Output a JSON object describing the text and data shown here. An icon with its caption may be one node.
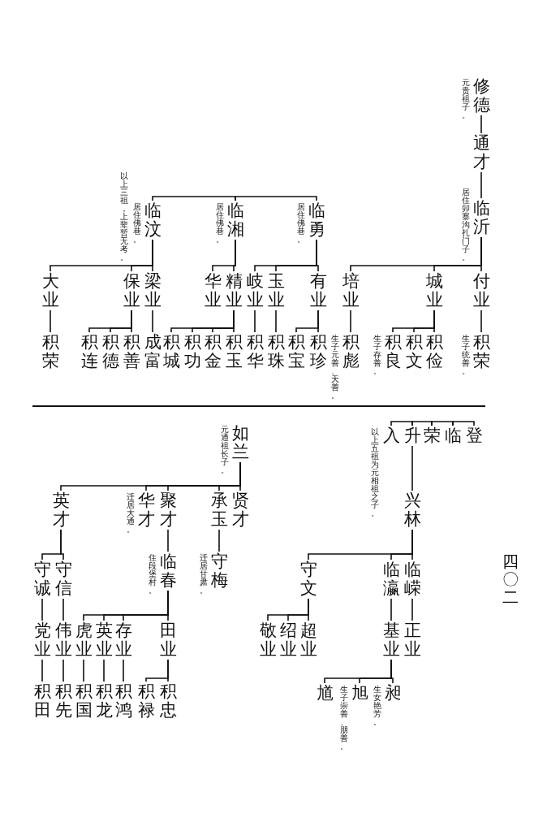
{
  "diagram": {
    "nodes": [
      {
        "text": [
          "修德"
        ],
        "beside": [
          "元贵祖子。"
        ]
      },
      {
        "text": [
          "通才"
        ]
      },
      {
        "text": [
          "临沂"
        ],
        "beside": [
          "居住卯寨沟扎门子。"
        ]
      },
      {
        "text": [
          "付业"
        ]
      },
      {
        "text": [
          "城业"
        ]
      },
      {
        "text": [
          "培业"
        ]
      },
      {
        "text": [
          "积荣"
        ],
        "beside": [
          "生子统善。"
        ]
      },
      {
        "text": [
          "积俭"
        ]
      },
      {
        "text": [
          "积文"
        ]
      },
      {
        "text": [
          "积良"
        ],
        "beside": [
          "生子存善。"
        ]
      },
      {
        "text": [
          "积彪"
        ],
        "beside": [
          "生子元善、天善。"
        ]
      },
      {
        "text": [
          "临勇"
        ],
        "beside": [
          "居住佛巷。"
        ]
      },
      {
        "text": [
          "临湘"
        ],
        "beside": [
          "居住佛巷。"
        ]
      },
      {
        "text": [
          "临汶"
        ],
        "beside": [
          "居住佛巷。",
          "以上三祖，上辈暂无考。"
        ]
      },
      {
        "text": [
          "有业"
        ]
      },
      {
        "text": [
          "玉业"
        ]
      },
      {
        "text": [
          "岐业"
        ]
      },
      {
        "text": [
          "精业"
        ]
      },
      {
        "text": [
          "华业"
        ]
      },
      {
        "text": [
          "梁业"
        ]
      },
      {
        "text": [
          "保业"
        ]
      },
      {
        "text": [
          "大业"
        ]
      },
      {
        "text": [
          "积珍"
        ]
      },
      {
        "text": [
          "积宝"
        ]
      },
      {
        "text": [
          "积珠"
        ]
      },
      {
        "text": [
          "积华"
        ]
      },
      {
        "text": [
          "积玉"
        ]
      },
      {
        "text": [
          "积金"
        ]
      },
      {
        "text": [
          "积功"
        ]
      },
      {
        "text": [
          "积城"
        ]
      },
      {
        "text": [
          "成富"
        ]
      },
      {
        "text": [
          "积善"
        ]
      },
      {
        "text": [
          "积德"
        ]
      },
      {
        "text": [
          "积连"
        ]
      },
      {
        "text": [
          "积荣"
        ]
      },
      {
        "text": [
          "登"
        ]
      },
      {
        "text": [
          "临"
        ]
      },
      {
        "text": [
          "荣"
        ]
      },
      {
        "text": [
          "升"
        ]
      },
      {
        "text": [
          "入"
        ]
      },
      {
        "text": [
          "兴林"
        ]
      },
      {
        "text": [
          "临嵘"
        ]
      },
      {
        "text": [
          "临瀛"
        ]
      },
      {
        "text": [
          "守文"
        ]
      },
      {
        "text": [
          "正业"
        ]
      },
      {
        "text": [
          "基业"
        ]
      },
      {
        "text": [
          "超业"
        ]
      },
      {
        "text": [
          "绍业"
        ]
      },
      {
        "text": [
          "敬业"
        ]
      },
      {
        "text": [
          "昶"
        ],
        "beside": [
          "生女艳芳。"
        ]
      },
      {
        "text": [
          "旭"
        ],
        "beside": [
          "生子崇善、朋善。"
        ]
      },
      {
        "text": [
          "馗"
        ]
      },
      {
        "text": [
          "如兰"
        ],
        "beside": [
          "元通祖长子。"
        ]
      },
      {
        "text": [
          "贤才"
        ]
      },
      {
        "text": [
          "承玉"
        ]
      },
      {
        "text": [
          "聚才"
        ]
      },
      {
        "text": [
          "华才"
        ],
        "beside": [
          "迁居大通。"
        ]
      },
      {
        "text": [
          "英才"
        ]
      },
      {
        "text": [
          "守梅"
        ],
        "beside": [
          "迁居甘肃。"
        ]
      },
      {
        "text": [
          "临春"
        ],
        "beside": [
          "住段堡村。"
        ]
      },
      {
        "text": [
          "守信"
        ]
      },
      {
        "text": [
          "守诚"
        ]
      },
      {
        "text": [
          "田业"
        ]
      },
      {
        "text": [
          "存业"
        ]
      },
      {
        "text": [
          "英业"
        ]
      },
      {
        "text": [
          "虎业"
        ]
      },
      {
        "text": [
          "伟业"
        ]
      },
      {
        "text": [
          "党业"
        ]
      },
      {
        "text": [
          "积忠"
        ]
      },
      {
        "text": [
          "积禄"
        ]
      },
      {
        "text": [
          "积鸿"
        ]
      },
      {
        "text": [
          "积龙"
        ]
      },
      {
        "text": [
          "积国"
        ]
      },
      {
        "text": [
          "积先"
        ]
      },
      {
        "text": [
          "积田"
        ]
      }
    ],
    "edges": [
      {
        "from": 0,
        "to": 1,
        "arrow": "none"
      },
      {
        "from": 1,
        "to": 2,
        "arrow": "none"
      },
      {
        "from": 2,
        "to": 3,
        "arrow": "none"
      },
      {
        "from": 2,
        "to": 4,
        "arrow": "none"
      },
      {
        "from": 2,
        "to": 5,
        "arrow": "none"
      },
      {
        "from": 3,
        "to": 6,
        "arrow": "none"
      },
      {
        "from": 4,
        "to": 7,
        "arrow": "none"
      },
      {
        "from": 4,
        "to": 8,
        "arrow": "none"
      },
      {
        "from": 4,
        "to": 9,
        "arrow": "none"
      },
      {
        "from": 5,
        "to": 10,
        "arrow": "none"
      },
      {
        "from": 11,
        "to": 12,
        "arrow": "none"
      },
      {
        "from": 12,
        "to": 13,
        "arrow": "none"
      },
      {
        "from": 11,
        "to": 14,
        "arrow": "none"
      },
      {
        "from": 11,
        "to": 15,
        "arrow": "none"
      },
      {
        "from": 11,
        "to": 16,
        "arrow": "none"
      },
      {
        "from": 12,
        "to": 17,
        "arrow": "none"
      },
      {
        "from": 12,
        "to": 18,
        "arrow": "none"
      },
      {
        "from": 13,
        "to": 19,
        "arrow": "none"
      },
      {
        "from": 13,
        "to": 20,
        "arrow": "none"
      },
      {
        "from": 13,
        "to": 21,
        "arrow": "none"
      },
      {
        "from": 14,
        "to": 22,
        "arrow": "none"
      },
      {
        "from": 14,
        "to": 23,
        "arrow": "none"
      },
      {
        "from": 15,
        "to": 24,
        "arrow": "none"
      },
      {
        "from": 16,
        "to": 25,
        "arrow": "none"
      },
      {
        "from": 17,
        "to": 26,
        "arrow": "none"
      },
      {
        "from": 17,
        "to": 27,
        "arrow": "none"
      },
      {
        "from": 17,
        "to": 28,
        "arrow": "none"
      },
      {
        "from": 17,
        "to": 29,
        "arrow": "none"
      },
      {
        "from": 19,
        "to": 30,
        "arrow": "none"
      },
      {
        "from": 20,
        "to": 31,
        "arrow": "none"
      },
      {
        "from": 20,
        "to": 32,
        "arrow": "none"
      },
      {
        "from": 20,
        "to": 33,
        "arrow": "none"
      },
      {
        "from": 21,
        "to": 34,
        "arrow": "none"
      },
      {
        "from": 35,
        "to": 36,
        "arrow": "none"
      },
      {
        "from": 36,
        "to": 37,
        "arrow": "none"
      },
      {
        "from": 37,
        "to": 38,
        "arrow": "none"
      },
      {
        "from": 38,
        "to": 39,
        "arrow": "none"
      },
      {
        "from": 38,
        "to": 40,
        "arrow": "none"
      },
      {
        "from": 40,
        "to": 41,
        "arrow": "none"
      },
      {
        "from": 40,
        "to": 42,
        "arrow": "none"
      },
      {
        "from": 40,
        "to": 43,
        "arrow": "none"
      },
      {
        "from": 41,
        "to": 44,
        "arrow": "none"
      },
      {
        "from": 42,
        "to": 45,
        "arrow": "none"
      },
      {
        "from": 43,
        "to": 46,
        "arrow": "none"
      },
      {
        "from": 43,
        "to": 47,
        "arrow": "none"
      },
      {
        "from": 43,
        "to": 48,
        "arrow": "none"
      },
      {
        "from": 45,
        "to": 49,
        "arrow": "none"
      },
      {
        "from": 45,
        "to": 50,
        "arrow": "none"
      },
      {
        "from": 45,
        "to": 51,
        "arrow": "none"
      },
      {
        "from": 52,
        "to": 53,
        "arrow": "none"
      },
      {
        "from": 52,
        "to": 54,
        "arrow": "none"
      },
      {
        "from": 52,
        "to": 55,
        "arrow": "none"
      },
      {
        "from": 52,
        "to": 56,
        "arrow": "none"
      },
      {
        "from": 52,
        "to": 57,
        "arrow": "none"
      },
      {
        "from": 54,
        "to": 58,
        "arrow": "none"
      },
      {
        "from": 55,
        "to": 59,
        "arrow": "none"
      },
      {
        "from": 57,
        "to": 60,
        "arrow": "none"
      },
      {
        "from": 57,
        "to": 61,
        "arrow": "none"
      },
      {
        "from": 59,
        "to": 62,
        "arrow": "none"
      },
      {
        "from": 59,
        "to": 63,
        "arrow": "none"
      },
      {
        "from": 59,
        "to": 64,
        "arrow": "none"
      },
      {
        "from": 59,
        "to": 65,
        "arrow": "none"
      },
      {
        "from": 60,
        "to": 66,
        "arrow": "none"
      },
      {
        "from": 61,
        "to": 67,
        "arrow": "none"
      },
      {
        "from": 62,
        "to": 68,
        "arrow": "none"
      },
      {
        "from": 62,
        "to": 69,
        "arrow": "none"
      },
      {
        "from": 63,
        "to": 70,
        "arrow": "none"
      },
      {
        "from": 64,
        "to": 71,
        "arrow": "none"
      },
      {
        "from": 65,
        "to": 72,
        "arrow": "none"
      },
      {
        "from": 66,
        "to": 73,
        "arrow": "none"
      },
      {
        "from": 67,
        "to": 74,
        "arrow": "none"
      }
    ],
    "labels": [
      "以上五祖为元相祖之子。",
      "四〇二"
    ]
  }
}
